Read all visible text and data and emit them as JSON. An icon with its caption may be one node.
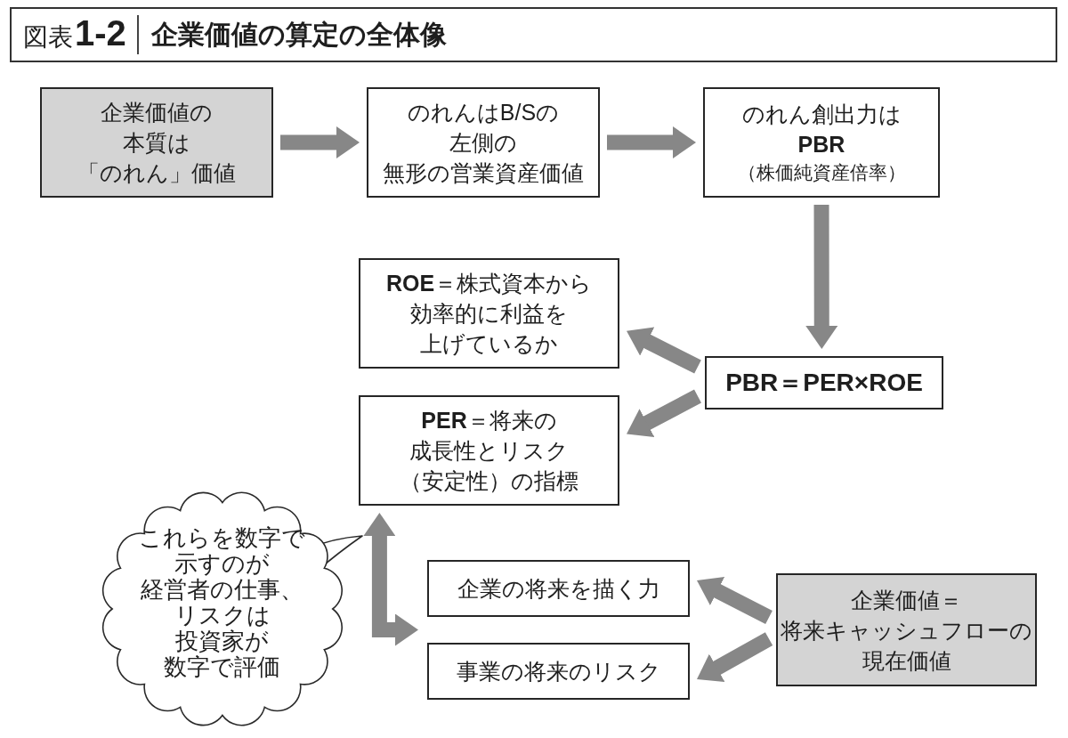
{
  "diagram": {
    "title": "企業価値の算定の全体像",
    "nodes": [
      {
        "text": [
          "企業価値の本質は「のれん」価値"
        ]
      },
      {
        "text": [
          "のれんはB/Sの左側の無形の営業資産価値"
        ]
      },
      {
        "text": [
          "のれん創出力は**PBR**",
          "（株価純資産倍率）"
        ]
      },
      {
        "text": [
          "**ROE**＝株式資本から効率的に利益を上げているか"
        ]
      },
      {
        "text": [
          "PBR＝PER×ROE"
        ]
      },
      {
        "text": [
          "**PER**＝将来の成長性とリスク（安定性）の指標"
        ]
      },
      {
        "text": [
          "これらを数字で示すのが経営者の仕事、リスクは投資家が数字で評価"
        ]
      },
      {
        "text": [
          "企業の将来を描く力"
        ]
      },
      {
        "text": [
          "企業価値＝将来キャッシュフローの現在価値"
        ]
      },
      {
        "text": [
          "事業の将来のリスク"
        ]
      }
    ],
    "edges": [
      {
        "from": 0,
        "to": 1,
        "arrow": "to"
      },
      {
        "from": 1,
        "to": 2,
        "arrow": "to"
      },
      {
        "from": 2,
        "to": 4,
        "arrow": "to"
      },
      {
        "from": 4,
        "to": 3,
        "arrow": "to"
      },
      {
        "from": 4,
        "to": 5,
        "arrow": "to"
      },
      {
        "from": 5,
        "to": 7,
        "arrow": "both"
      },
      {
        "from": 5,
        "to": 9,
        "arrow": "both"
      },
      {
        "from": 8,
        "to": 7,
        "arrow": "to"
      },
      {
        "from": 8,
        "to": 9,
        "arrow": "to"
      }
    ],
    "labels": [
      "図表**1-2**"
    ]
  }
}
